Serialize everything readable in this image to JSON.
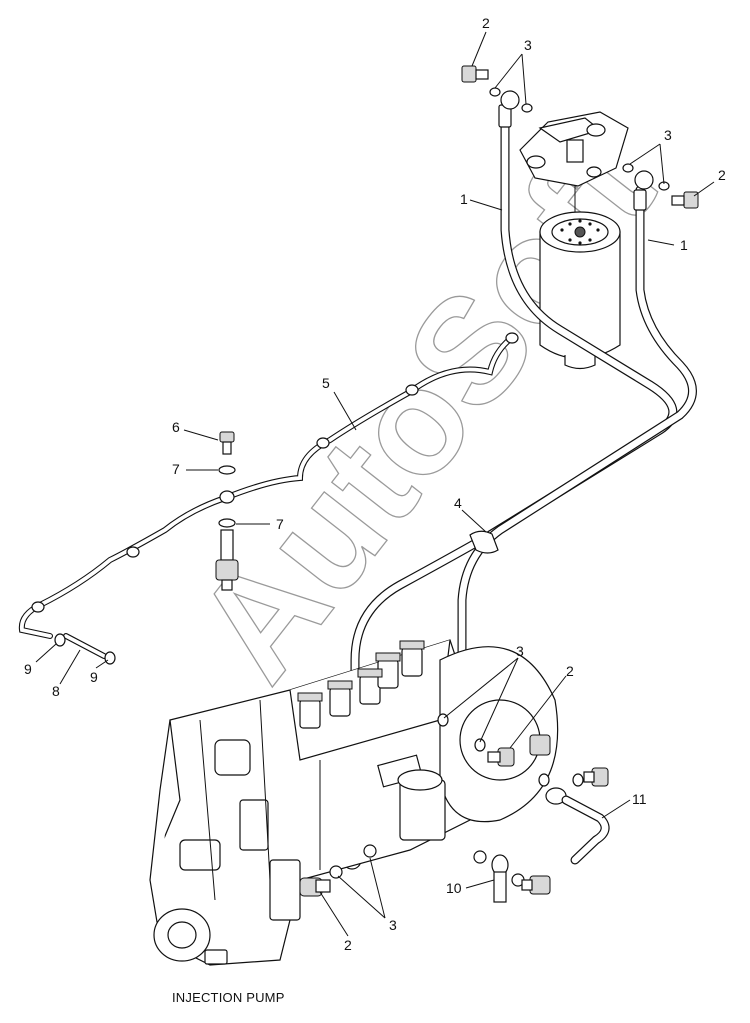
{
  "diagram": {
    "caption": "INJECTION PUMP",
    "watermark": "AutoSoft",
    "callouts": [
      {
        "id": "c1a",
        "text": "1"
      },
      {
        "id": "c1b",
        "text": "1"
      },
      {
        "id": "c2a",
        "text": "2"
      },
      {
        "id": "c2b",
        "text": "2"
      },
      {
        "id": "c2c",
        "text": "2"
      },
      {
        "id": "c2d",
        "text": "2"
      },
      {
        "id": "c3a",
        "text": "3"
      },
      {
        "id": "c3b",
        "text": "3"
      },
      {
        "id": "c3c",
        "text": "3"
      },
      {
        "id": "c3d",
        "text": "3"
      },
      {
        "id": "c4",
        "text": "4"
      },
      {
        "id": "c5",
        "text": "5"
      },
      {
        "id": "c6",
        "text": "6"
      },
      {
        "id": "c7a",
        "text": "7"
      },
      {
        "id": "c7b",
        "text": "7"
      },
      {
        "id": "c8",
        "text": "8"
      },
      {
        "id": "c9a",
        "text": "9"
      },
      {
        "id": "c9b",
        "text": "9"
      },
      {
        "id": "c10",
        "text": "10"
      },
      {
        "id": "c11",
        "text": "11"
      }
    ]
  }
}
